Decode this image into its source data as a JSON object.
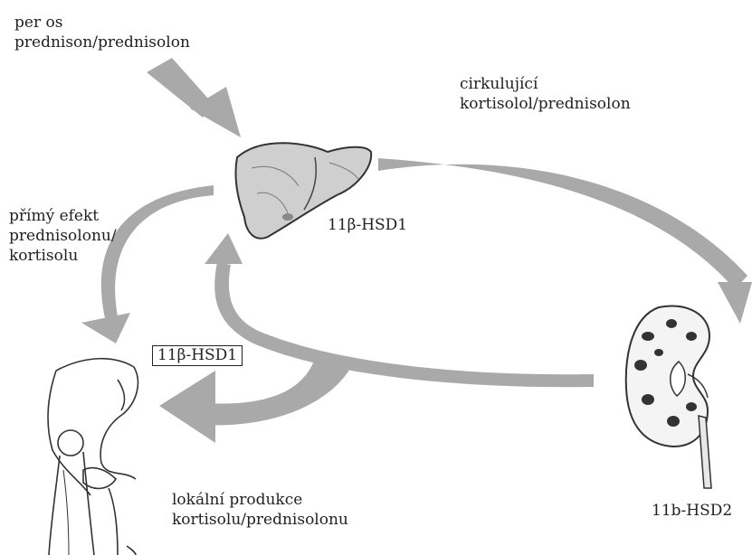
{
  "labels": {
    "per_os_line1": "per os",
    "per_os_line2": "prednison/prednisolon",
    "circulating_line1": "cirkulující",
    "circulating_line2": "kortisolol/prednisolon",
    "direct_line1": "přímý efekt",
    "direct_line2": "prednisolonu/",
    "direct_line3": "kortisolu",
    "liver_enzyme": "11β-HSD1",
    "bone_enzyme": "11β-HSD1",
    "kidney_enzyme": "11b-HSD2",
    "local_line1": "lokální produkce",
    "local_line2": "kortisolu/prednisolonu"
  },
  "organs": {
    "liver": "liver-icon",
    "kidney": "kidney-icon",
    "hip_bone": "hip-bone-icon"
  },
  "colors": {
    "arrow": "#a9a9a9",
    "ink": "#333333",
    "box_border": "#222222"
  }
}
